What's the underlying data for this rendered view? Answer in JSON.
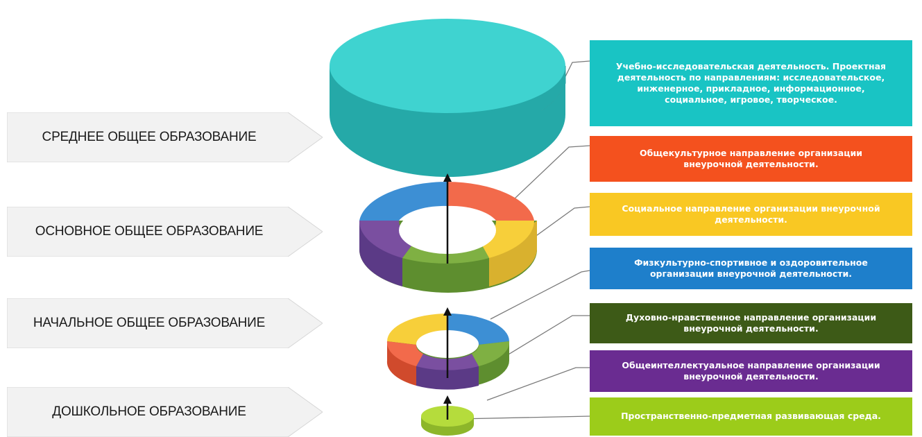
{
  "levels": [
    {
      "label": "СРЕДНЕЕ ОБЩЕЕ ОБРАЗОВАНИЕ"
    },
    {
      "label": "ОСНОВНОЕ ОБЩЕЕ ОБРАЗОВАНИЕ"
    },
    {
      "label": "НАЧАЛЬНОЕ ОБЩЕЕ ОБРАЗОВАНИЕ"
    },
    {
      "label": "ДОШКОЛЬНОЕ ОБРАЗОВАНИЕ"
    }
  ],
  "directions": [
    {
      "text": "Учебно-исследовательская деятельность. Проектная деятельность по направлениям: исследовательское, инженерное, прикладное, информационное, социальное, игровое, творческое.",
      "color": "#19c4c4"
    },
    {
      "text": "Общекультурное  направление организации внеурочной деятельности.",
      "color": "#f4511e"
    },
    {
      "text": "Социальное  направление организации внеурочной деятельности.",
      "color": "#f9c823"
    },
    {
      "text": "Физкультурно-спортивное и оздоровительное организации внеурочной деятельности.",
      "color": "#1e7fcb"
    },
    {
      "text": "Духовно-нравственное направление организации внеурочной деятельности.",
      "color": "#3d5a17"
    },
    {
      "text": "Общеинтеллектуальное  направление организации внеурочной деятельности.",
      "color": "#6a2c91"
    },
    {
      "text": "Пространственно-предметная развивающая среда.",
      "color": "#9ccc1a"
    }
  ],
  "colors": {
    "teal": "#3fd3d0",
    "orange": "#f26a4b",
    "yellow": "#f7cf3a",
    "blue": "#3d8fd4",
    "green": "#7fb043",
    "purple": "#7a4fa0",
    "lime": "#b5dc3c",
    "label_bg": "#f2f2f2"
  }
}
